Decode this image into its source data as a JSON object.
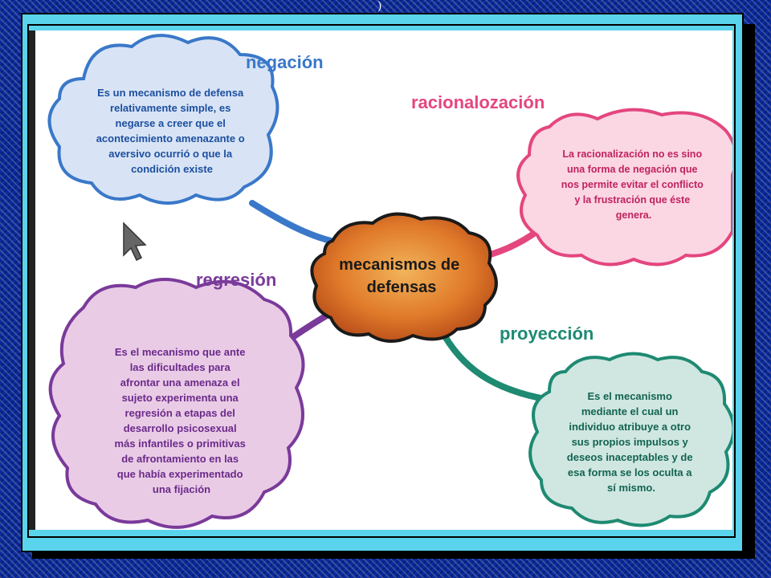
{
  "top_mark": ")",
  "center": {
    "lines": [
      "mecanismos de",
      "defensas"
    ]
  },
  "branches": [
    {
      "title": "negación",
      "color": "#3a78c9",
      "lines": [
        "Es un mecanismo de defensa",
        "relativamente simple, es",
        "negarse a creer que el",
        "acontecimiento amenazante o",
        "aversivo ocurrió o que la",
        "condición existe"
      ]
    },
    {
      "title": "racionalozación",
      "color": "#e4467f",
      "lines": [
        "La racionalización no es sino",
        "una forma de negación que",
        "nos permite evitar el conflicto",
        "y la frustración que éste",
        "genera."
      ]
    },
    {
      "title": "regresión",
      "color": "#7a3a9a",
      "lines": [
        "Es el mecanismo que ante",
        "las dificultades para",
        "afrontar una amenaza el",
        "sujeto experimenta una",
        "regresión a etapas del",
        "desarrollo psicosexual",
        "más infantiles o primitivas",
        "de afrontamiento en las",
        "que había experimentado",
        "una fijación"
      ]
    },
    {
      "title": "proyección",
      "color": "#1e8a72",
      "lines": [
        "Es el mecanismo",
        "mediante el cual un",
        "individuo atribuye a otro",
        "sus propios impulsos y",
        "deseos inaceptables y de",
        "esa forma se los oculta a",
        "sí mismo."
      ]
    }
  ]
}
